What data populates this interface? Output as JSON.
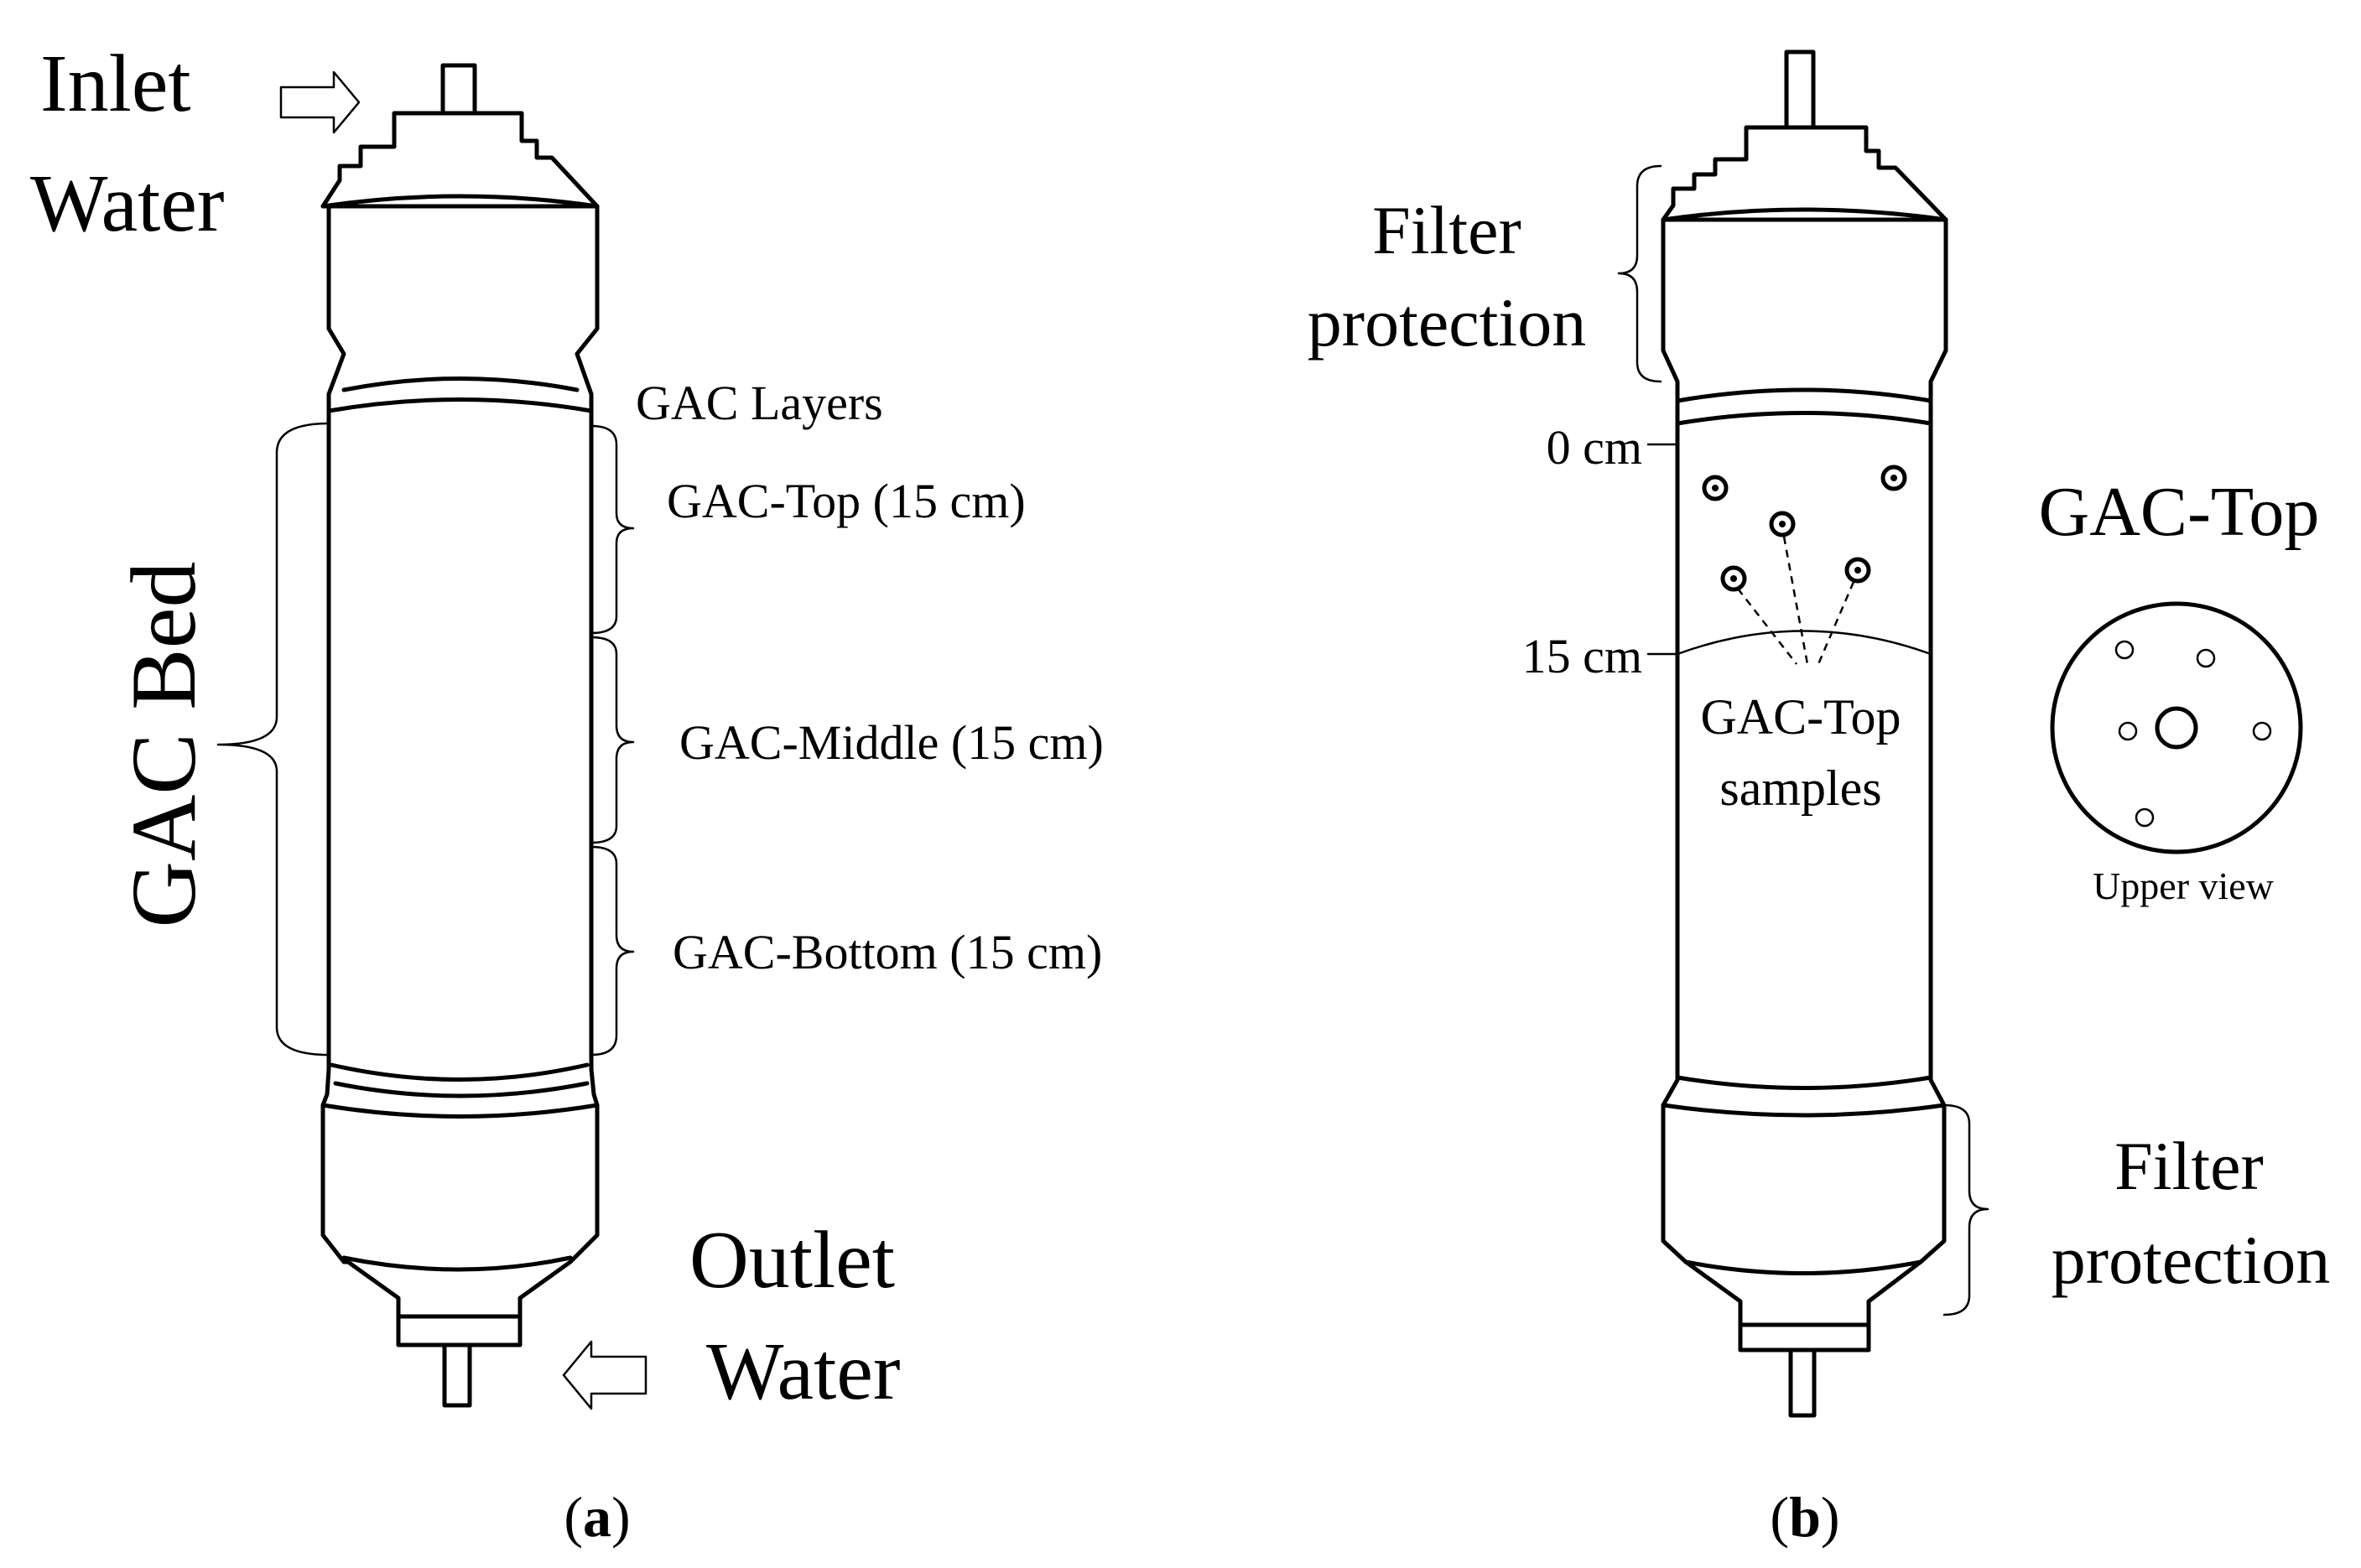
{
  "panel_a": {
    "inlet_line1": "Inlet",
    "inlet_line2": "Water",
    "outlet_line1": "Outlet",
    "outlet_line2": "Water",
    "bed_label": "GAC Bed",
    "layers_title": "GAC Layers",
    "layer_top": "GAC-Top (15 cm)",
    "layer_middle": "GAC-Middle (15 cm)",
    "layer_bottom": "GAC-Bottom (15 cm)",
    "caption_open": "(",
    "caption_letter": "a",
    "caption_close": ")"
  },
  "panel_b": {
    "filter_top_line1": "Filter",
    "filter_top_line2": "protection",
    "filter_bottom_line1": "Filter",
    "filter_bottom_line2": "protection",
    "mark_0": "0 cm",
    "mark_15": "15 cm",
    "samples_line1": "GAC-Top",
    "samples_line2": "samples",
    "top_view_title": "GAC-Top",
    "upper_view": "Upper view",
    "caption_open": "(",
    "caption_letter": "b",
    "caption_close": ")"
  }
}
